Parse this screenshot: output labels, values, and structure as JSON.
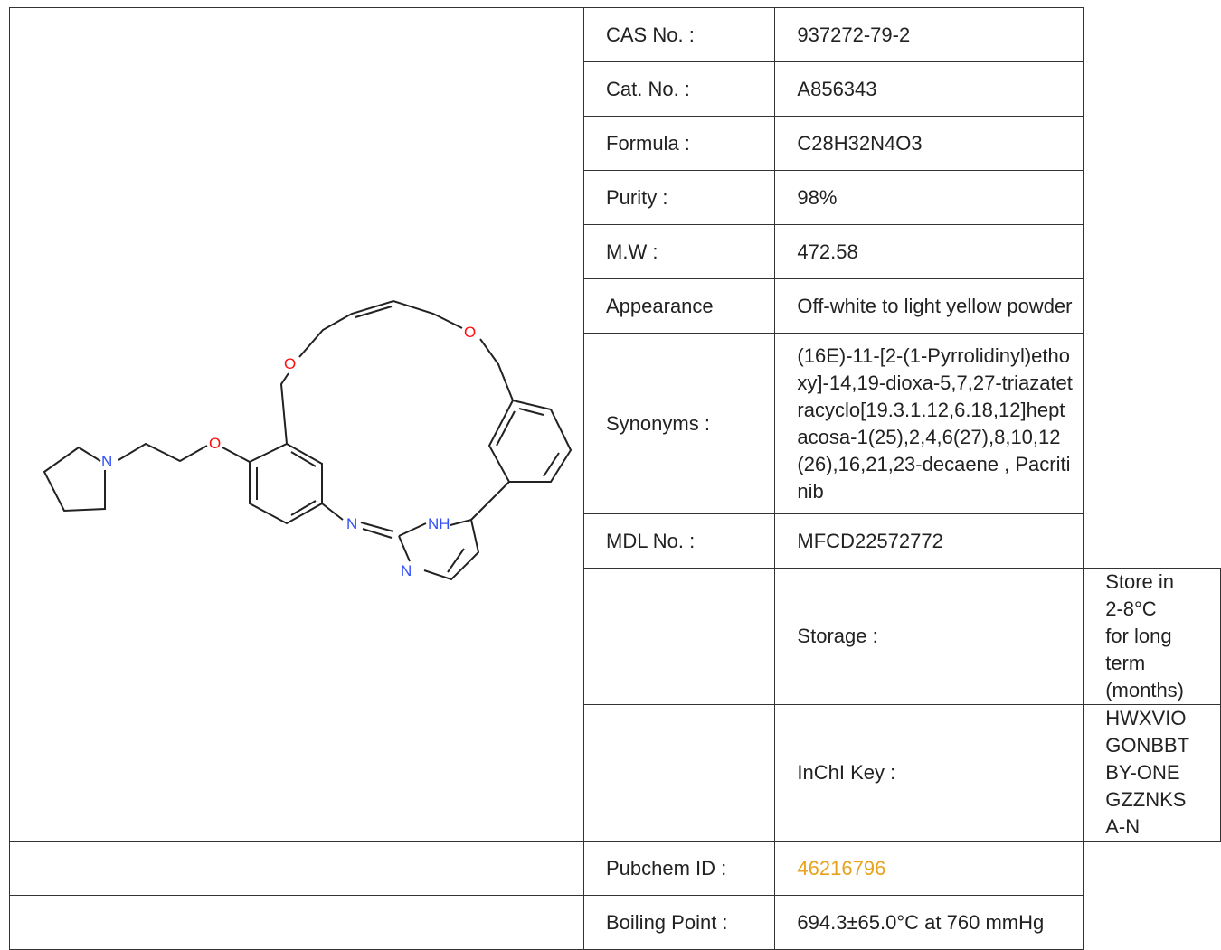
{
  "properties": [
    {
      "label": "CAS No. :",
      "value": "937272-79-2"
    },
    {
      "label": "Cat. No. :",
      "value": "A856343"
    },
    {
      "label": "Formula :",
      "value": "C28H32N4O3"
    },
    {
      "label": "Purity :",
      "value": "98%"
    },
    {
      "label": "M.W :",
      "value": "472.58"
    },
    {
      "label": "Appearance",
      "value": "Off-white to light yellow powder"
    },
    {
      "label": "Synonyms :",
      "value": "(16E)-11-[2-(1-Pyrrolidinyl)ethoxy]-14,19-dioxa-5,7,27-triazatetracyclo[19.3.1.12,6.18,12]heptacosa-1(25),2,4,6(27),8,10,12(26),16,21,23-decaene , Pacritinib"
    },
    {
      "label": "MDL No. :",
      "value": "MFCD22572772"
    },
    {
      "label": "Storage :",
      "value": "Store in 2-8°C for long term (months)"
    },
    {
      "label": "InChI Key :",
      "value": "HWXVIOGONBBTBY-ONEGZZNKSA-N"
    },
    {
      "label": "Pubchem ID :",
      "value": "46216796"
    },
    {
      "label": "Boiling Point :",
      "value": "694.3±65.0°C at 760 mmHg"
    }
  ],
  "structure_atoms": {
    "n_pyrrolidine": "N",
    "o_ether": "O",
    "o_ring_left": "O",
    "o_ring_right": "O",
    "n_imine": "N",
    "nh_label": "NH",
    "n_pyrimidine": "N"
  },
  "colors": {
    "link": "#e8a21d",
    "heteroatom_n": "#3050f8",
    "heteroatom_o": "#ff0d0d"
  }
}
